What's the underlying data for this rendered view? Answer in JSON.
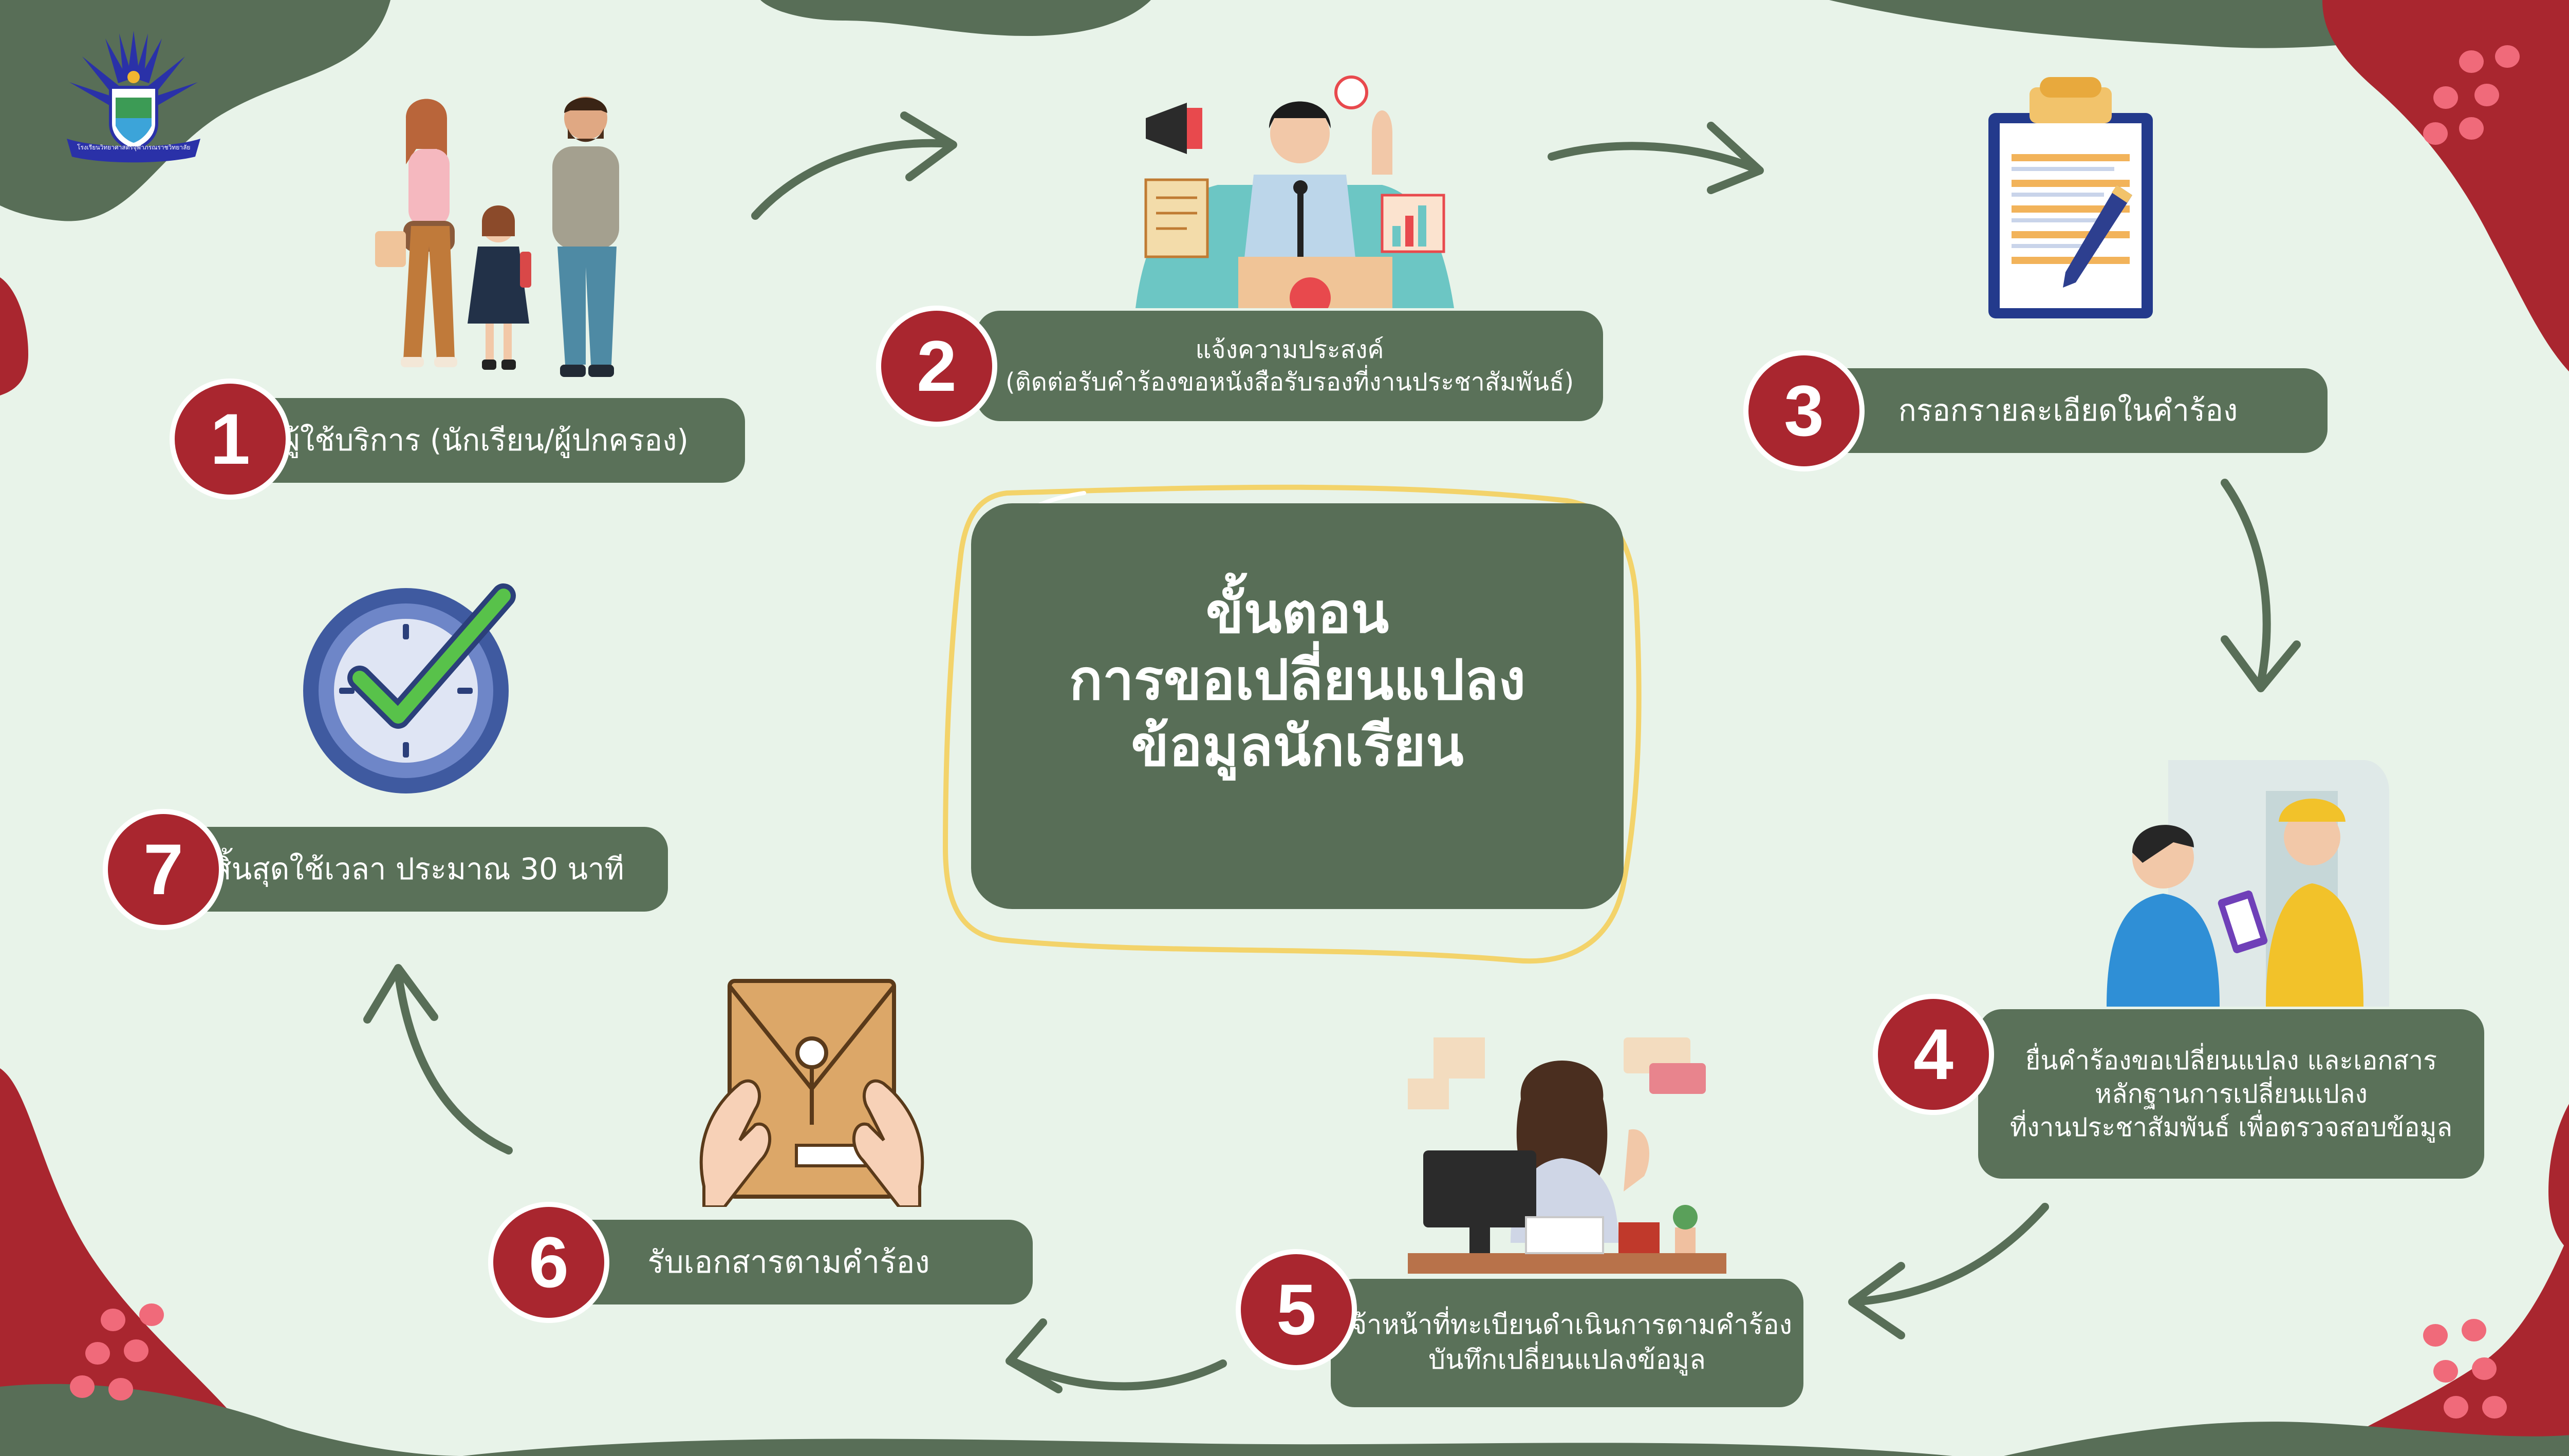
{
  "title_lines": [
    "ขั้นตอน",
    "การขอเปลี่ยนแปลง",
    "ข้อมูลนักเรียน"
  ],
  "steps": [
    {
      "number": "1",
      "lines": [
        "ผู้ใช้บริการ (นักเรียน/ผู้ปกครอง)"
      ]
    },
    {
      "number": "2",
      "lines": [
        "แจ้งความประสงค์",
        "(ติดต่อรับคำร้องขอหนังสือรับรองที่งานประชาสัมพันธ์)"
      ]
    },
    {
      "number": "3",
      "lines": [
        "กรอกรายละเอียดในคำร้อง"
      ]
    },
    {
      "number": "4",
      "lines": [
        "ยื่นคำร้องขอเปลี่ยนแปลง และเอกสาร",
        "หลักฐานการเปลี่ยนแปลง",
        "ที่งานประชาสัมพันธ์ เพื่อตรวจสอบข้อมูล"
      ]
    },
    {
      "number": "5",
      "lines": [
        "เจ้าหน้าที่ทะเบียนดำเนินการตามคำร้อง",
        "บันทึกเปลี่ยนแปลงข้อมูล"
      ]
    },
    {
      "number": "6",
      "lines": [
        "รับเอกสารตามคำร้อง"
      ]
    },
    {
      "number": "7",
      "lines": [
        "สิ้นสุดใช้เวลา ประมาณ 30 นาที"
      ]
    }
  ],
  "logo_caption": "โรงเรียนวิทยาศาสตร์จุฬาภรณราชวิทยาลัย",
  "colors": {
    "background": "#e8f3e9",
    "dark_green": "#586e57",
    "red": "#a9262f",
    "yellow_outline": "#f3d36a",
    "white": "#ffffff"
  },
  "icons": [
    "school-logo-icon",
    "family-icon",
    "announcer-icon",
    "clipboard-icon",
    "handover-icon",
    "officer-desk-icon",
    "envelope-hands-icon",
    "clock-check-icon"
  ]
}
